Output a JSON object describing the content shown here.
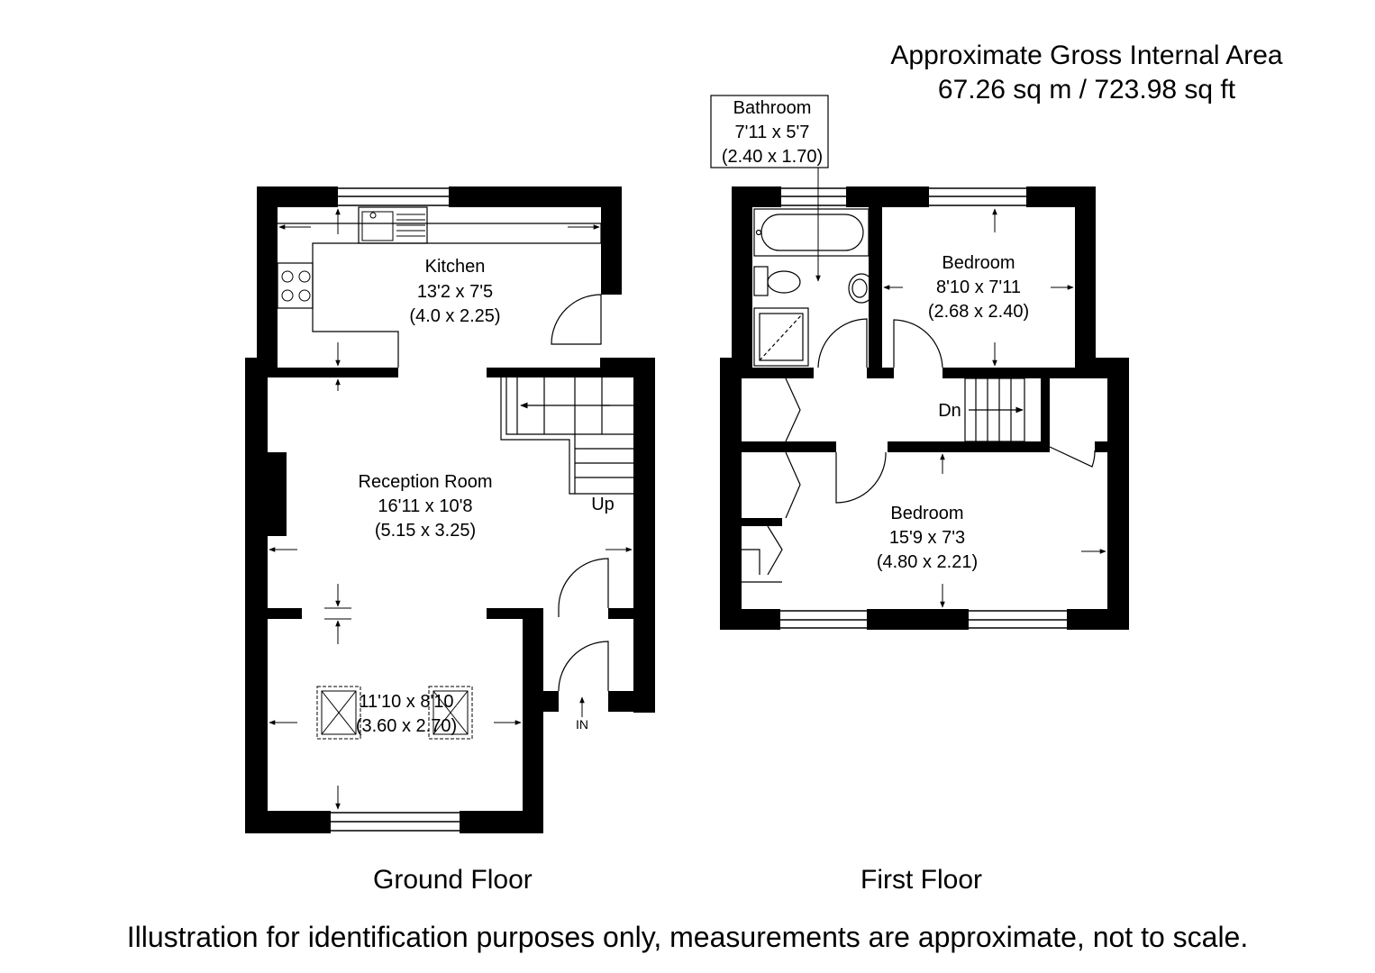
{
  "header": {
    "area_title": "Approximate Gross Internal Area",
    "area_value": "67.26 sq m / 723.98 sq ft"
  },
  "ground_floor": {
    "label": "Ground Floor",
    "kitchen": {
      "name": "Kitchen",
      "imperial": "13'2 x 7'5",
      "metric": "(4.0 x 2.25)"
    },
    "reception": {
      "name": "Reception Room",
      "imperial": "16'11 x 10'8",
      "metric": "(5.15 x 3.25)"
    },
    "front_room": {
      "imperial": "11'10 x 8'10",
      "metric": "(3.60 x 2.70)"
    },
    "stairs_label": "Up",
    "entrance_label": "IN"
  },
  "first_floor": {
    "label": "First Floor",
    "bathroom": {
      "name": "Bathroom",
      "imperial": "7'11 x 5'7",
      "metric": "(2.40 x 1.70)"
    },
    "bedroom_small": {
      "name": "Bedroom",
      "imperial": "8'10 x 7'11",
      "metric": "(2.68 x 2.40)"
    },
    "bedroom_large": {
      "name": "Bedroom",
      "imperial": "15'9 x 7'3",
      "metric": "(4.80 x 2.21)"
    },
    "stairs_label": "Dn"
  },
  "footer": {
    "disclaimer": "Illustration for identification purposes only, measurements are approximate, not to scale."
  }
}
